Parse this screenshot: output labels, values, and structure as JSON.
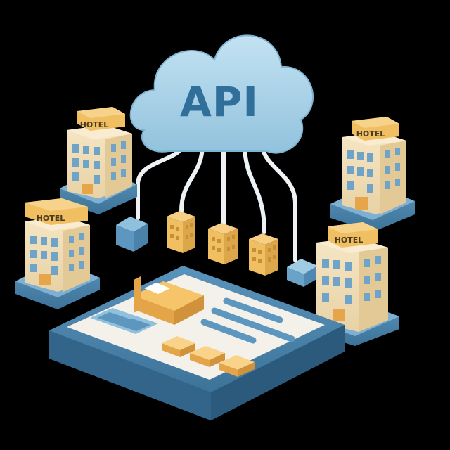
{
  "cloud": {
    "label": "API"
  },
  "hotels": [
    {
      "sign": "HOTEL"
    },
    {
      "sign": "HOTEL"
    },
    {
      "sign": "HOTEL"
    },
    {
      "sign": "HOTEL"
    }
  ],
  "colors": {
    "background": "#000000",
    "cloud": "#a9d2e8",
    "cloud_text": "#2f6f9a",
    "building": "#f2dfb8",
    "sign": "#f0bf62",
    "window": "#6fa3c8",
    "base": "#4f86ad",
    "card": "#f4f1ea",
    "accent_yellow": "#f4be5c",
    "accent_blue": "#7fb5d6"
  }
}
